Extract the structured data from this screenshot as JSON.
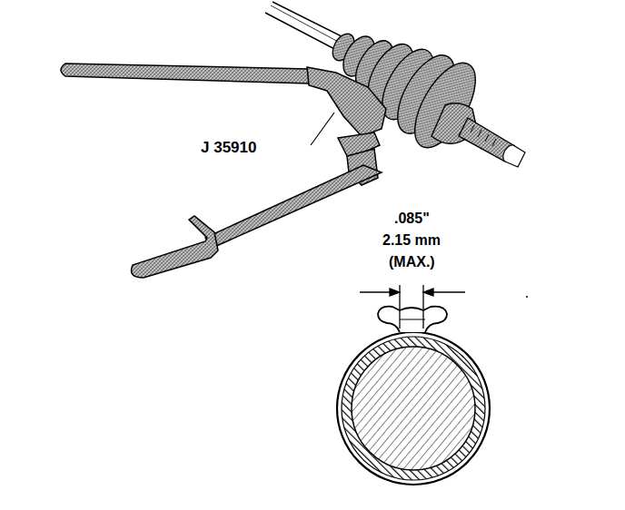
{
  "diagram": {
    "labels": [
      "J 35910",
      ".085\"",
      "2.15 mm",
      "(MAX.)"
    ]
  }
}
